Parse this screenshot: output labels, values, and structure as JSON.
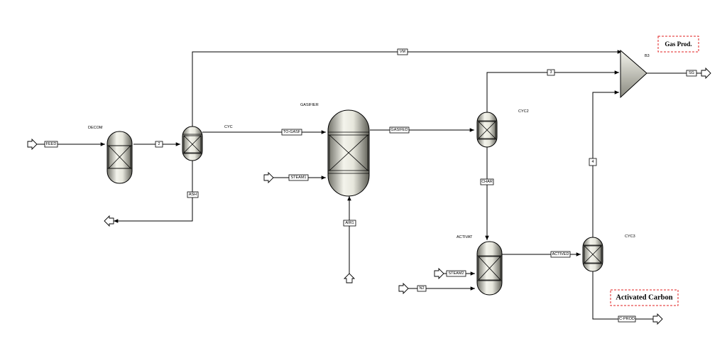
{
  "blocks": {
    "decom": "DECOM",
    "cyc": "CYC",
    "gasifier": "GASIFIER",
    "cyc2": "CYC2",
    "activat": "ACTIVAT",
    "cyc3": "CYC3",
    "b3": "B3"
  },
  "streams": {
    "feed": "FEED",
    "s2": "2",
    "vm": "VM",
    "to_gasf": "TO-GASF",
    "ash": "ASH",
    "steam1": "STEAM1",
    "air1": "AIR1",
    "gasifed": "GASIFED",
    "s3": "3",
    "char": "CHAR",
    "s4": "4",
    "sg": "SG",
    "steam2": "STEAM2",
    "n2": "N2",
    "actived": "ACTIVED",
    "c_prod": "C-PROD"
  },
  "notes": {
    "gas_prod": "Gas Prod.",
    "activated_carbon": "Activated Carbon"
  },
  "colors": {
    "note_border": "#e02020",
    "vessel_light": "#f2f2ea",
    "vessel_dark": "#7a7a70"
  }
}
